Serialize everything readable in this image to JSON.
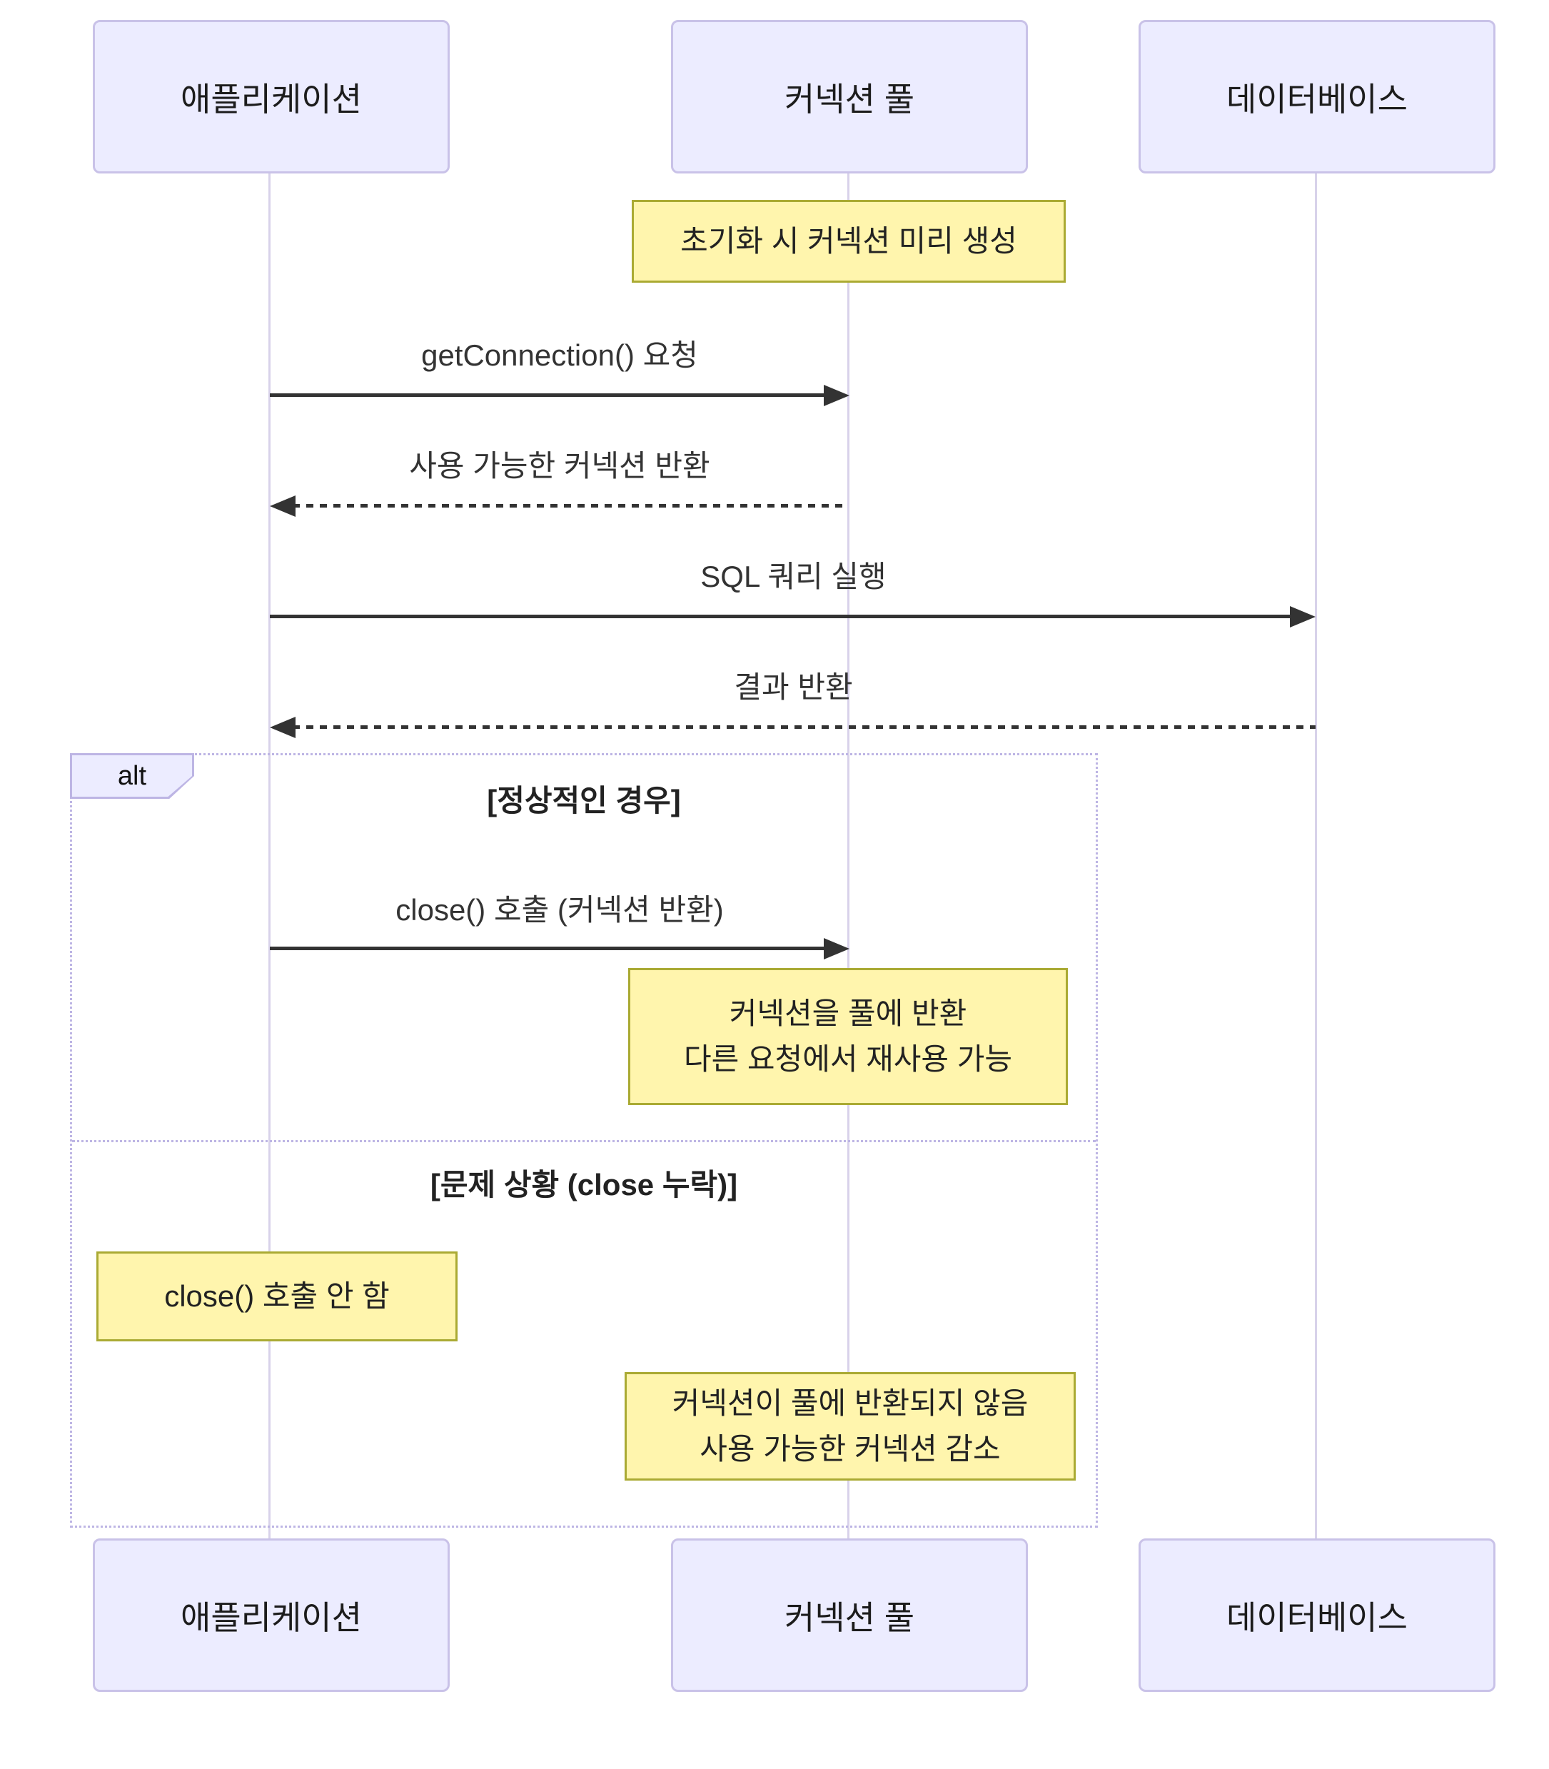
{
  "diagram": {
    "type": "sequence",
    "actors": [
      {
        "id": "application",
        "label": "애플리케이션"
      },
      {
        "id": "connection-pool",
        "label": "커넥션 풀"
      },
      {
        "id": "database",
        "label": "데이터베이스"
      }
    ],
    "messages": [
      {
        "id": "get-connection",
        "label": "getConnection() 요청",
        "from": "application",
        "to": "connection-pool",
        "line": "solid"
      },
      {
        "id": "return-connection",
        "label": "사용 가능한 커넥션 반환",
        "from": "connection-pool",
        "to": "application",
        "line": "dashed"
      },
      {
        "id": "sql-query",
        "label": "SQL 쿼리 실행",
        "from": "application",
        "to": "database",
        "line": "solid"
      },
      {
        "id": "result-return",
        "label": "결과 반환",
        "from": "database",
        "to": "application",
        "line": "dashed"
      },
      {
        "id": "close-call",
        "label": "close() 호출 (커넥션 반환)",
        "from": "application",
        "to": "connection-pool",
        "line": "solid"
      }
    ],
    "notes": [
      {
        "id": "init-note",
        "over": "connection-pool",
        "lines": [
          "초기화 시 커넥션 미리 생성"
        ]
      },
      {
        "id": "return-note",
        "over": "connection-pool",
        "lines": [
          "커넥션을 풀에 반환",
          "다른 요청에서 재사용 가능"
        ]
      },
      {
        "id": "no-close-note",
        "over": "application",
        "lines": [
          "close() 호출 안 함"
        ]
      },
      {
        "id": "leak-note",
        "over": "connection-pool",
        "lines": [
          "커넥션이 풀에 반환되지 않음",
          "사용 가능한 커넥션 감소"
        ]
      }
    ],
    "alt_frame": {
      "tag": "alt",
      "sections": [
        {
          "label": "[정상적인 경우]"
        },
        {
          "label": "[문제 상황 (close 누락)]"
        }
      ]
    }
  },
  "colors": {
    "actor_fill": "#ECECFF",
    "actor_border": "#C9C2E8",
    "note_fill": "#FFF5AD",
    "note_border": "#AAAA33",
    "message_color": "#333333",
    "lifeline_color": "#D8D2EA",
    "frame_border": "#BDB5E4",
    "frame_tag_fill": "#ECECFF",
    "background": "#FFFFFF"
  }
}
